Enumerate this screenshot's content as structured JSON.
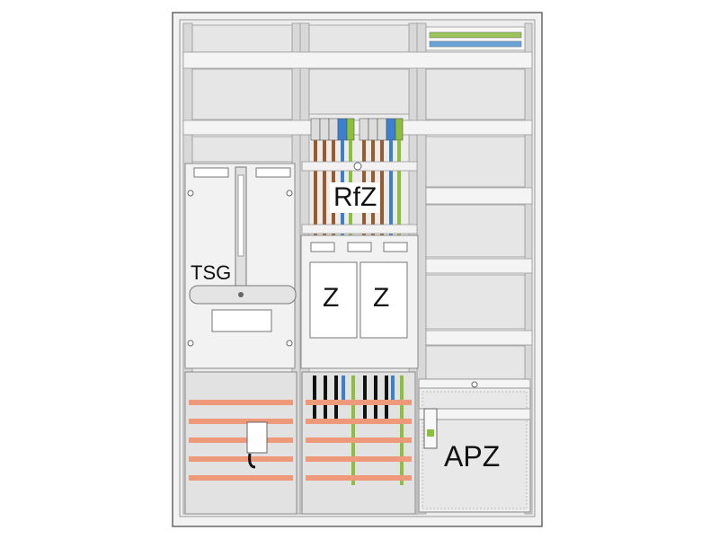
{
  "labels": {
    "rfz": "RfZ",
    "tsg": "TSG",
    "z1": "Z",
    "z2": "Z",
    "apz": "APZ"
  },
  "colors": {
    "frame": "#8a8a8a",
    "panel": "#e4e4e4",
    "rail": "#eeeeee",
    "busbar": "#ee9a7a",
    "wire_brown": "#9a5a2a",
    "wire_black": "#111111",
    "wire_blue": "#3a7fd0",
    "wire_green_yellow": "#8cbf3a"
  }
}
